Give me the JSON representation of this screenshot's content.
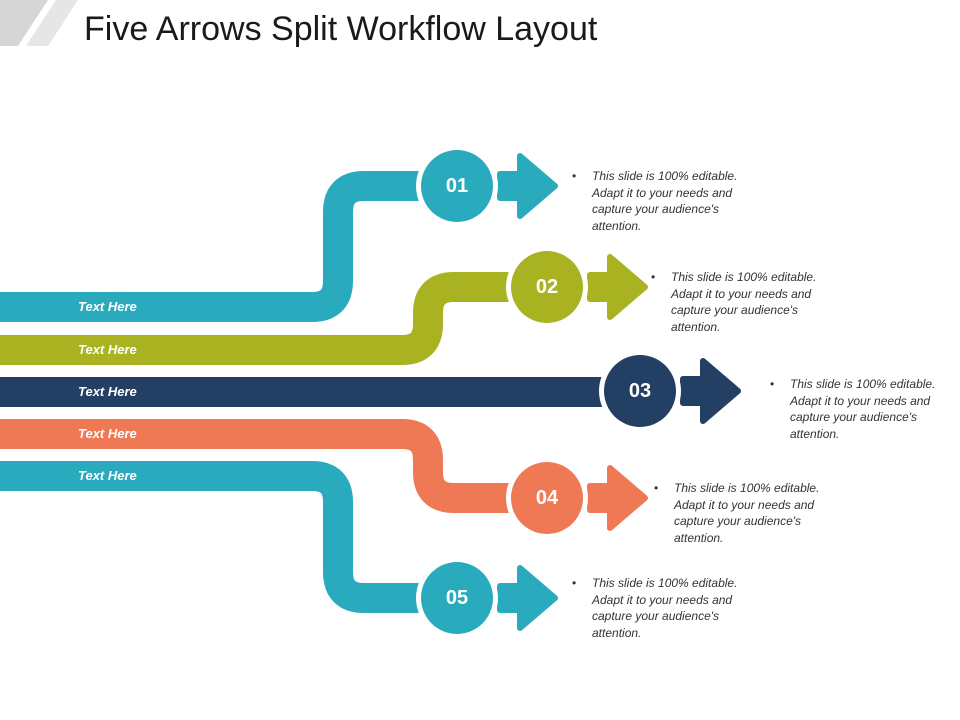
{
  "title": "Five Arrows Split Workflow Layout",
  "colors": {
    "teal": "#2aabbd",
    "olive": "#a9b321",
    "navy": "#233f64",
    "coral": "#ef7955",
    "corner_gray": "#d0d0d0"
  },
  "steps": [
    {
      "number": "01",
      "label": "Text Here",
      "description": "This slide is 100% editable. Adapt it to your needs and capture your audience's attention.",
      "color": "#2aabbd"
    },
    {
      "number": "02",
      "label": "Text Here",
      "description": "This slide is 100% editable. Adapt it to your needs and capture your audience's attention.",
      "color": "#a9b321"
    },
    {
      "number": "03",
      "label": "Text Here",
      "description": "This slide is 100% editable. Adapt it to your needs and capture your audience's attention.",
      "color": "#233f64"
    },
    {
      "number": "04",
      "label": "Text Here",
      "description": "This slide is 100% editable. Adapt it to your needs and capture your audience's attention.",
      "color": "#ef7955"
    },
    {
      "number": "05",
      "label": "Text Here",
      "description": "This slide is 100% editable. Adapt it to your needs and capture your audience's attention.",
      "color": "#2aabbd"
    }
  ]
}
